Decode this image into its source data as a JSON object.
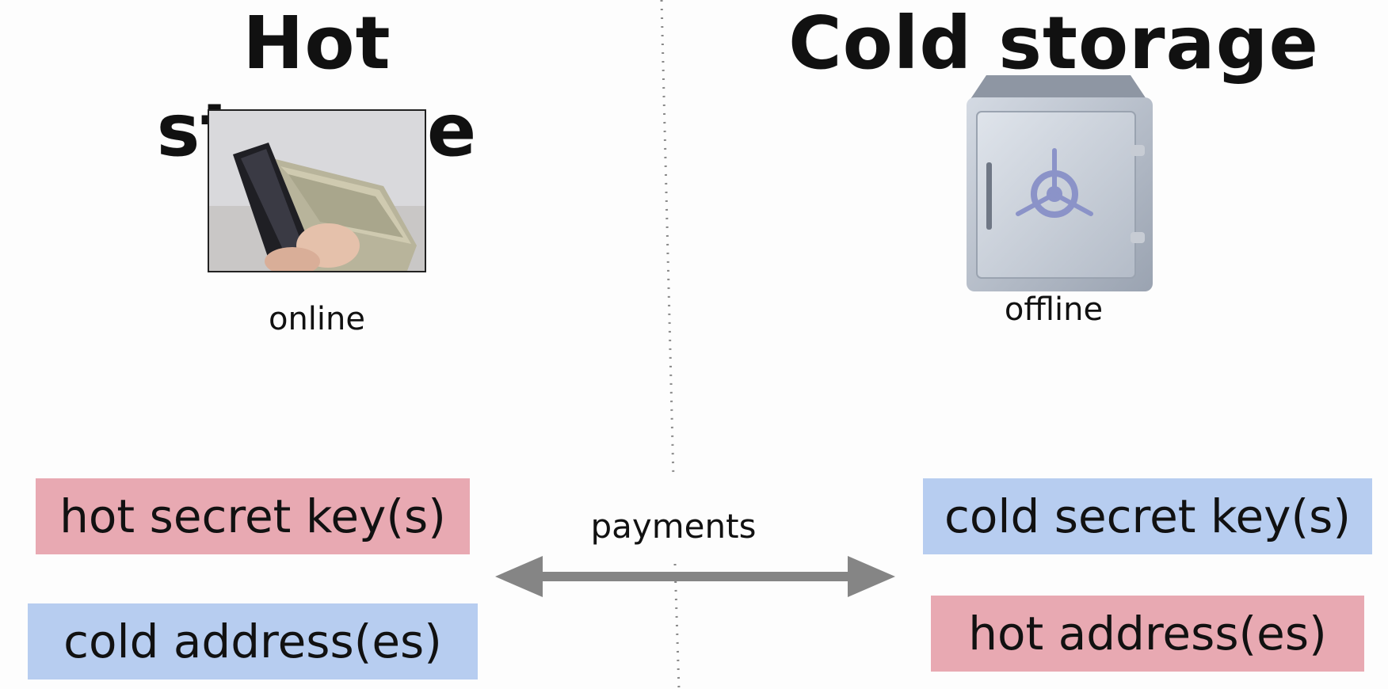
{
  "hot": {
    "title": "Hot storage",
    "caption": "online",
    "image_icon": "wallet-with-cash-photo",
    "secret_keys_label": "hot secret key(s)",
    "addresses_label": "cold address(es)"
  },
  "cold": {
    "title": "Cold storage",
    "caption": "offline",
    "image_icon": "safe-icon",
    "secret_keys_label": "cold secret key(s)",
    "addresses_label": "hot address(es)"
  },
  "flow": {
    "label": "payments",
    "arrow_icon": "double-headed-arrow-icon"
  },
  "colors": {
    "hot_box": "#e8a9b2",
    "cold_box": "#b7cdf0",
    "arrow": "#858585",
    "divider": "#888888"
  }
}
